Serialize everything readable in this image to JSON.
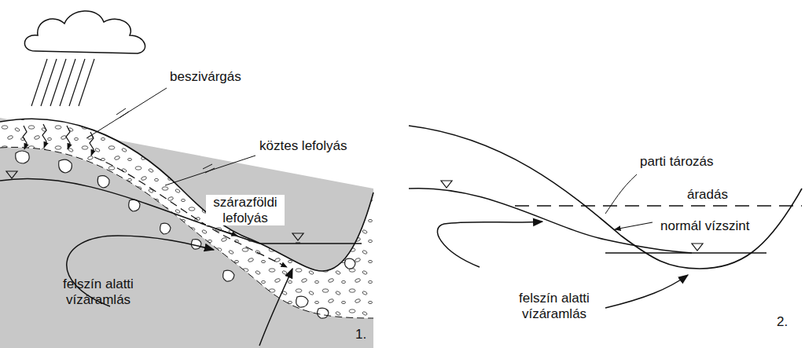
{
  "diagram": {
    "labels": [
      "beszivárgás",
      "köztes lefolyás",
      "szárazföldi lefolyás",
      "felszín alatti vízáramlás",
      "1.",
      "parti tározás",
      "áradás",
      "normál vízszint",
      "felszín alatti vízáramlás",
      "2."
    ]
  }
}
